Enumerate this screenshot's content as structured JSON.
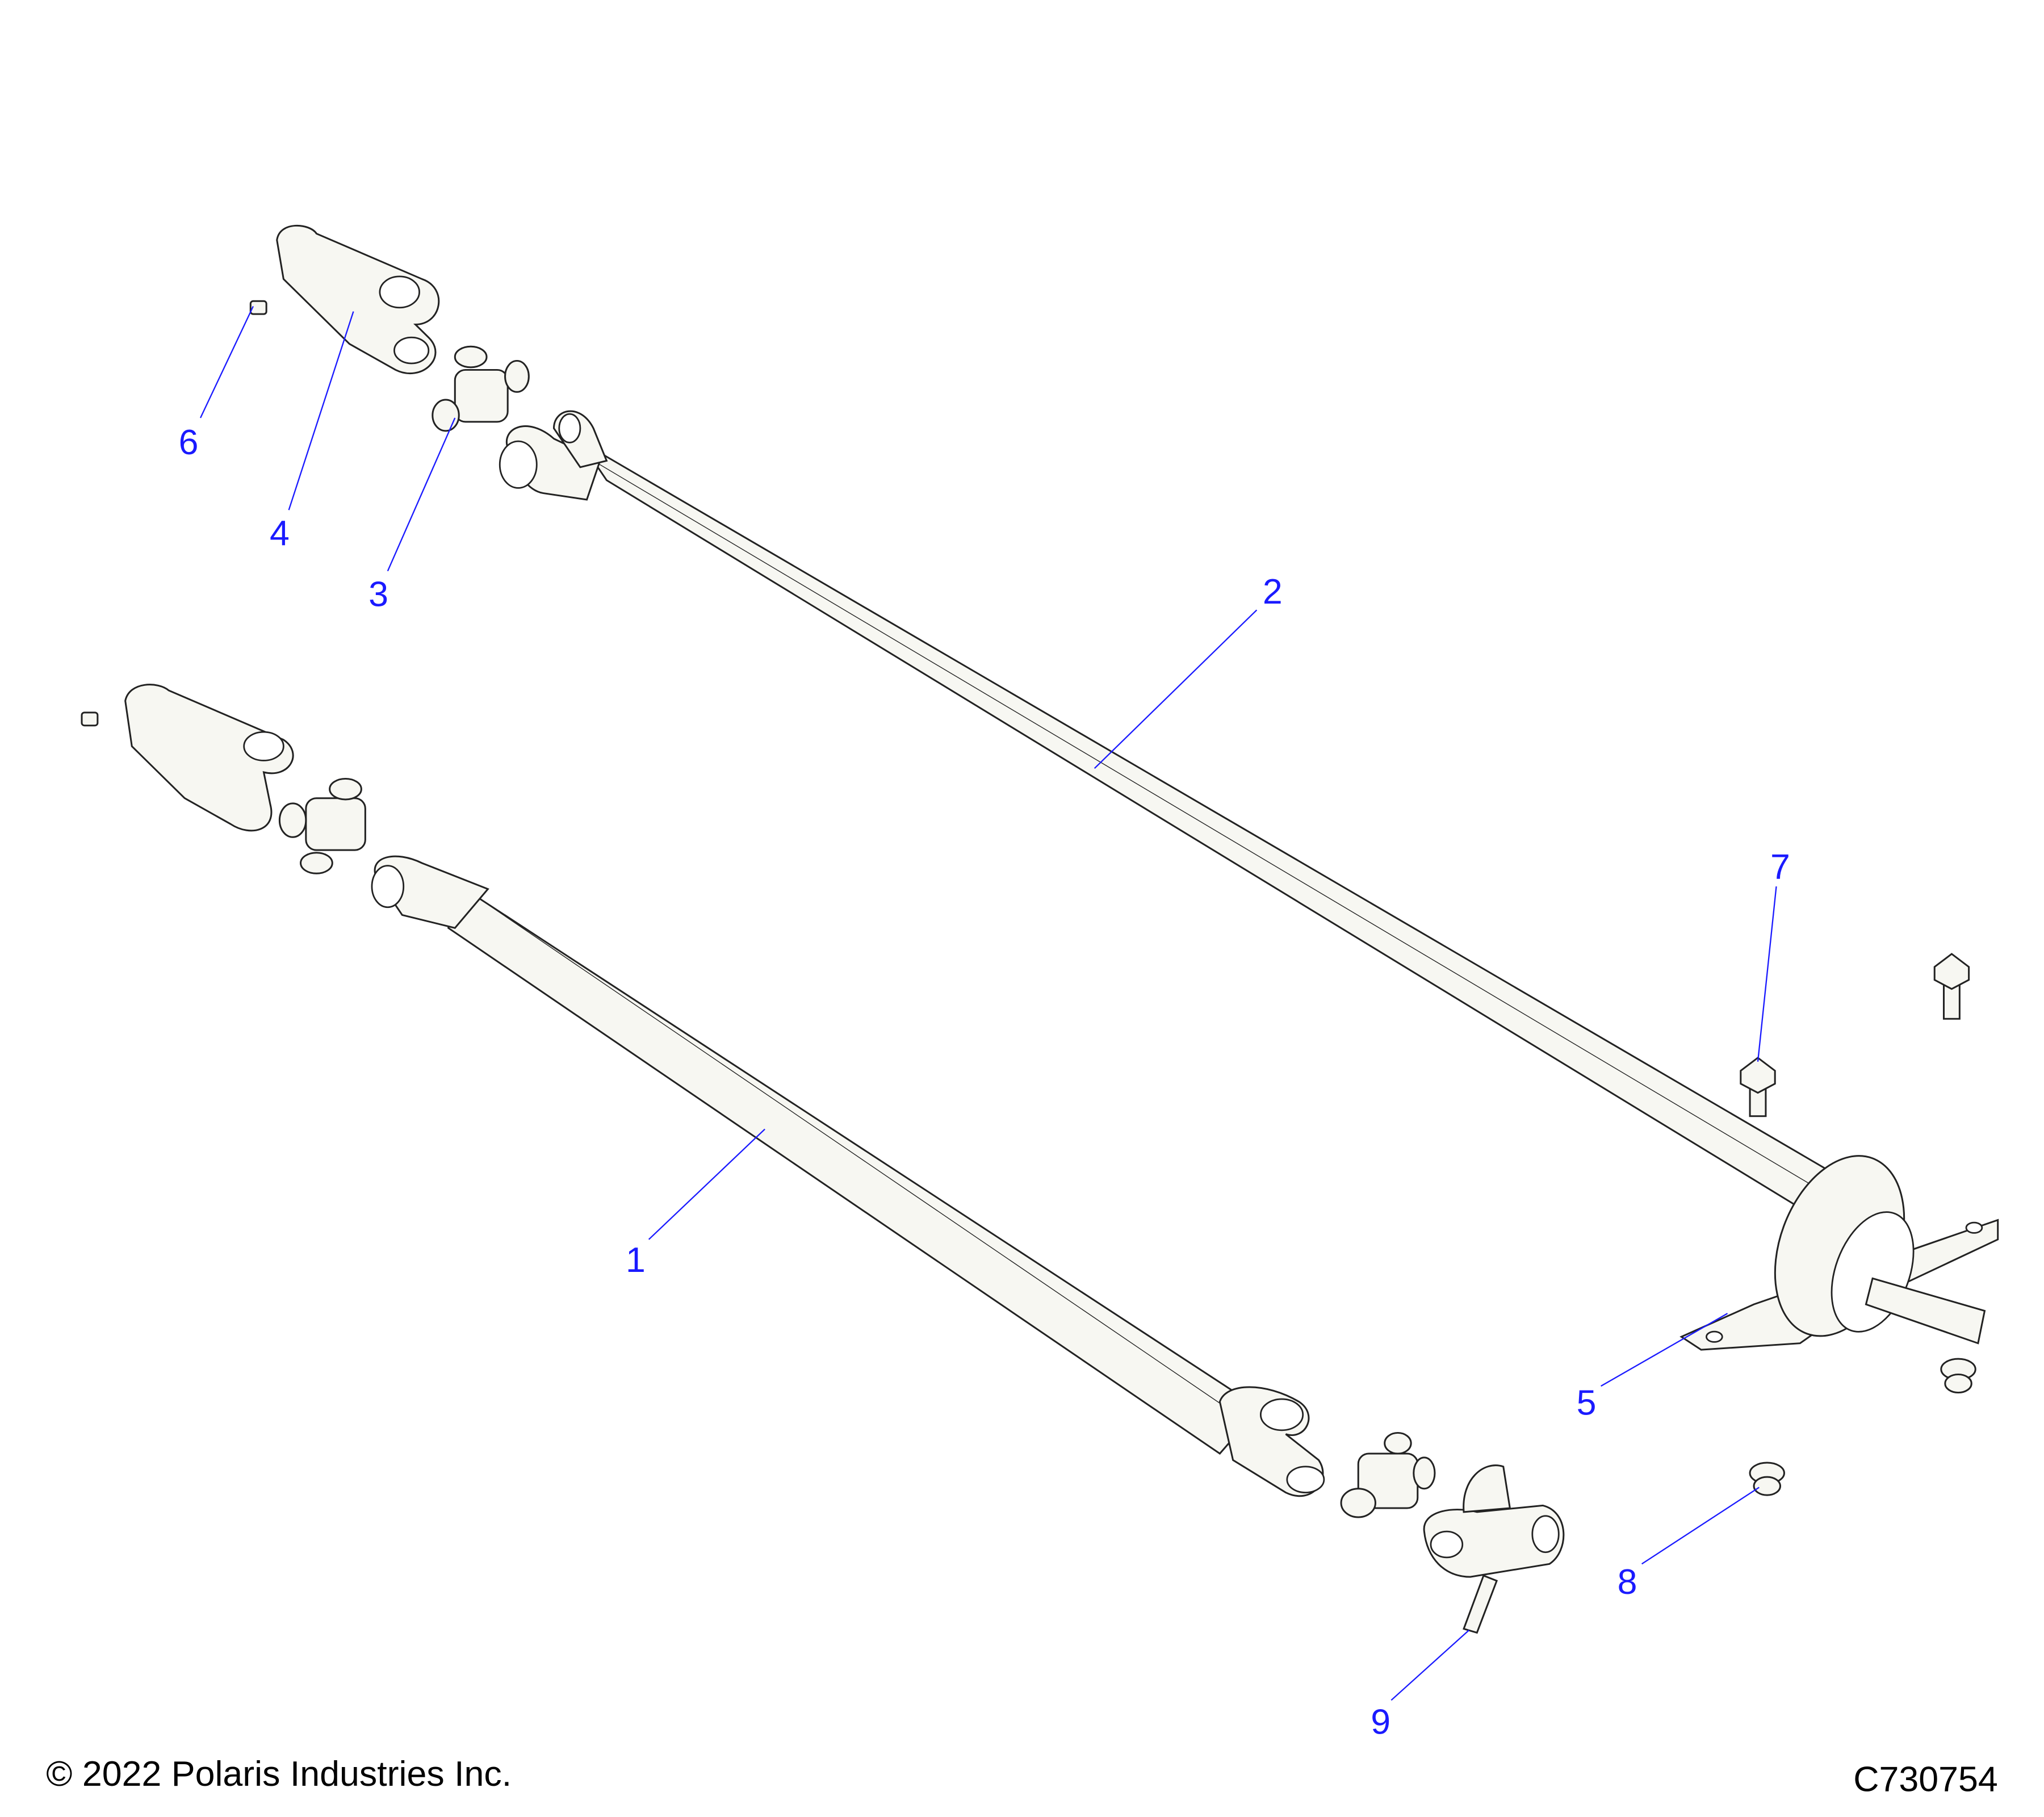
{
  "diagram": {
    "callouts": [
      {
        "id": "1",
        "label": "1"
      },
      {
        "id": "2",
        "label": "2"
      },
      {
        "id": "3",
        "label": "3"
      },
      {
        "id": "4",
        "label": "4"
      },
      {
        "id": "5",
        "label": "5"
      },
      {
        "id": "6",
        "label": "6"
      },
      {
        "id": "7",
        "label": "7"
      },
      {
        "id": "8",
        "label": "8"
      },
      {
        "id": "9",
        "label": "9"
      }
    ]
  },
  "footer": {
    "copyright": "© 2022 Polaris Industries Inc.",
    "figure_id": "C730754"
  },
  "colors": {
    "callout": "#1a1aff",
    "line": "#222222",
    "part_fill": "#f7f7f2"
  }
}
